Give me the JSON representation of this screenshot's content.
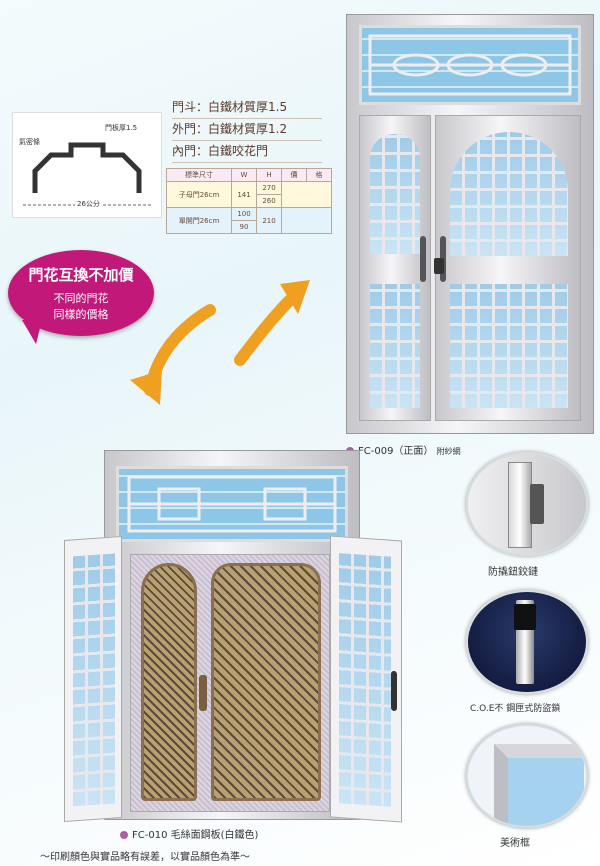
{
  "specs": {
    "line1": "門斗：白鐵材質厚1.5",
    "line2": "外門：白鐵材質厚1.2",
    "line3": "內門：白鐵咬花門"
  },
  "diagram": {
    "label_left": "氣密條",
    "label_right": "門板厚1.5",
    "label_bottom": "26公分"
  },
  "table": {
    "headers": [
      "標準尺寸",
      "W",
      "H",
      "價",
      "格"
    ],
    "rows": [
      {
        "name": "子母門26cm",
        "w": "141",
        "h": [
          "270",
          "260"
        ],
        "price": ""
      },
      {
        "name": "單開門26cm",
        "w": [
          "100",
          "90"
        ],
        "h": "210",
        "price": ""
      }
    ]
  },
  "promo": {
    "title": "門花互換不加價",
    "sub1": "不同的門花",
    "sub2": "同樣的價格",
    "color": "#c2187a"
  },
  "doors": {
    "top_caption": "FC-009（正面）",
    "top_suffix": "附紗網",
    "bottom_caption": "FC-010 毛絲面鋼板(白鐵色)"
  },
  "features": [
    {
      "label": "防撬鈕鉸鏈"
    },
    {
      "label": "C.O.E不 鋼匣式防盜鎖"
    },
    {
      "label": "美術框"
    }
  ],
  "footer": "～印刷顏色與實品略有誤差，以實品顏色為準～"
}
